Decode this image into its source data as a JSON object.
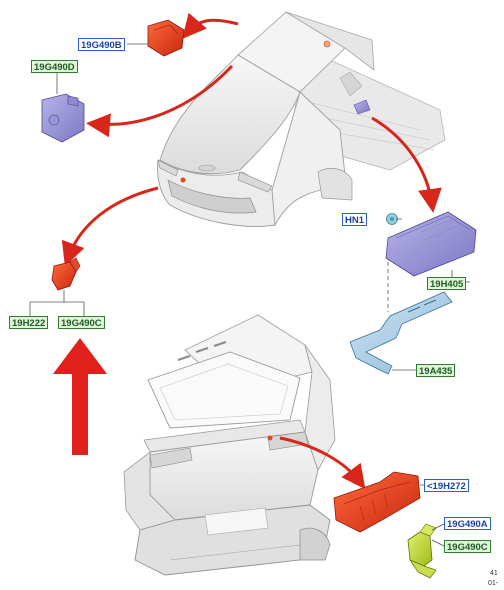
{
  "diagram": {
    "labels": {
      "l19g490b_top": "19G490B",
      "l19g490d": "19G490D",
      "lhn1": "HN1",
      "l19h405": "19H405",
      "l19h222": "19H222",
      "l19g490c_left": "19G490C",
      "l19a435": "19A435",
      "l19h272": "<19H272",
      "l19g490a": "19G490A",
      "l19g490c_right": "19G490C"
    },
    "footer": {
      "ref_number": "41",
      "ref_date": "01-"
    }
  }
}
